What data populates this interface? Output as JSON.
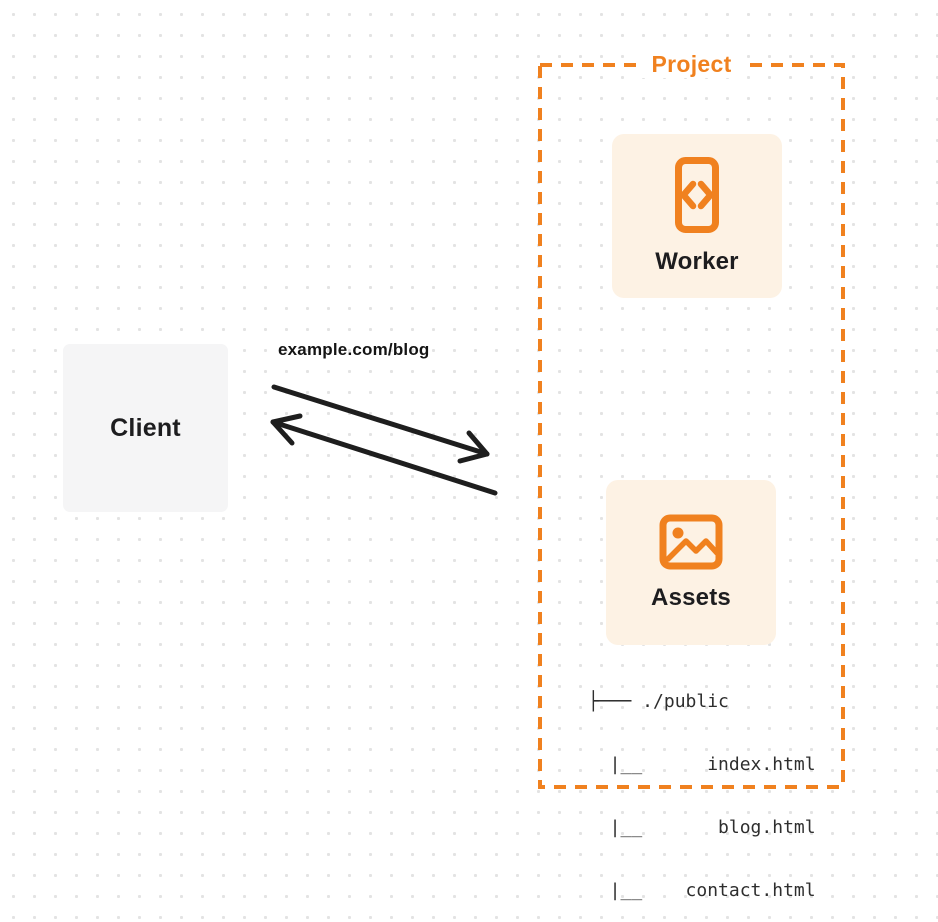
{
  "diagram": {
    "client": {
      "label": "Client"
    },
    "request_label": "example.com/blog",
    "project": {
      "label": "Project",
      "worker": {
        "label": "Worker",
        "icon": "code-file-icon"
      },
      "assets": {
        "label": "Assets",
        "icon": "image-icon",
        "file_tree": {
          "root": "├─── ./public",
          "line1": "  |__      index.html",
          "line2": "  |__       blog.html",
          "line3": "  |__    contact.html"
        }
      }
    },
    "colors": {
      "accent_orange": "#F0811F",
      "card_background": "#FDF2E4",
      "client_background": "#F5F5F6",
      "arrow": "#1E1E1E",
      "dot_grid": "#E3E3E3"
    }
  }
}
